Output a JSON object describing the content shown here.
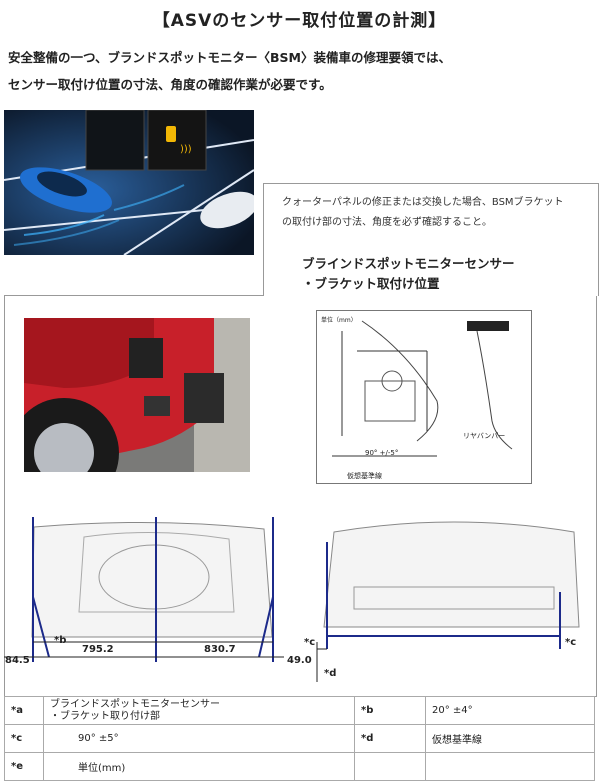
{
  "title": "【ASVのセンサー取付位置の計測】",
  "intro": [
    "安全整備の一つ、ブランドスポットモニター〈BSM〉装備車の修理要領では、",
    "センサー取付け位置の寸法、角度の確認作業が必要です。"
  ],
  "note": [
    "クォーターパネルの修正または交換した場合、BSMブラケット",
    "の取付け部の寸法、角度を必ず確認すること。"
  ],
  "heading": [
    "ブラインドスポットモニターセンサー",
    "・ブラケット取付け位置"
  ],
  "diagram": {
    "angle_label": "90° +/-5°",
    "side_label": "リヤバンパー",
    "base_label": "仮想基準線",
    "corner_label": "単位（mm）"
  },
  "dimensions": {
    "a": "84.5",
    "b": "795.2",
    "c": "830.7",
    "d": "49.0"
  },
  "markers": {
    "b": "*b",
    "c_left": "*c",
    "c_right": "*c",
    "d": "*d"
  },
  "legend": [
    {
      "key": "*a",
      "value": "ブラインドスポットモニターセンサー\n・ブラケット取り付け部",
      "key2": "*b",
      "value2": "20° ±4°"
    },
    {
      "key": "*c",
      "value": "90° ±5°",
      "key2": "*d",
      "value2": "仮想基準線"
    },
    {
      "key": "*e",
      "value": "単位(mm)",
      "key2": "",
      "value2": ""
    }
  ],
  "colors": {
    "dimension_line": "#1c2a8a",
    "car_body": "#d12a2a",
    "car_blue": "#1f6fd0"
  }
}
